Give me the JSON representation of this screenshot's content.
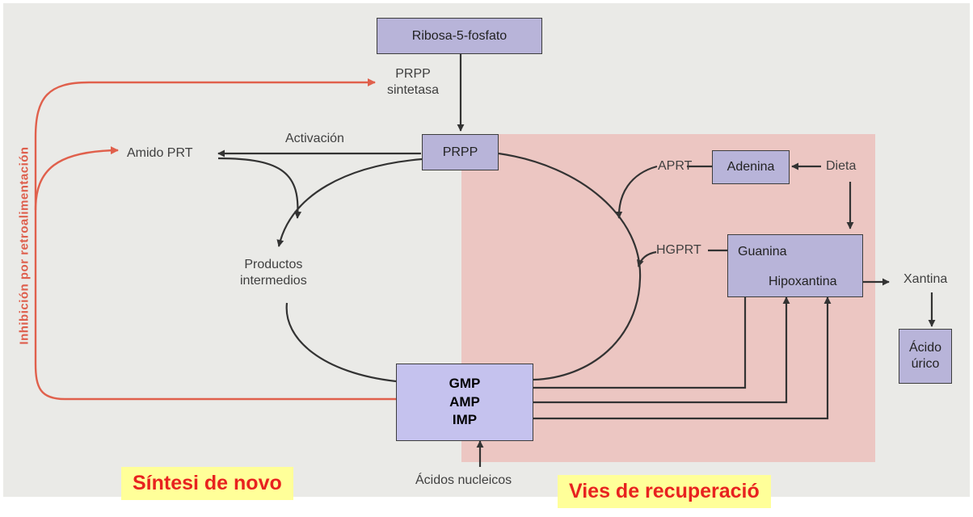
{
  "nodes": {
    "ribosa": "Ribosa-5-fosfato",
    "prpp": "PRPP",
    "adenina": "Adenina",
    "guanina": "Guanina",
    "hipoxantina": "Hipoxantina",
    "acido_urico": "Ácido\núrico",
    "nucleotides": [
      "GMP",
      "AMP",
      "IMP"
    ]
  },
  "labels": {
    "prpp_sintetasa": "PRPP\nsintetasa",
    "amido_prt": "Amido PRT",
    "activacion": "Activación",
    "productos": "Productos\nintermedios",
    "aprt": "APRT",
    "hgprt": "HGPRT",
    "dieta": "Dieta",
    "xantina": "Xantina",
    "acidos_nucleicos": "Ácidos nucleicos",
    "inhibicion": "Inhibición por retroalimentación"
  },
  "captions": {
    "de_novo": "Síntesi de novo",
    "recuperacio": "Vies de recuperació"
  },
  "colors": {
    "feedback": "#e0604c",
    "salvage_region": "#ecc6c2",
    "node_fill": "#b8b4d9",
    "caption_bg": "#ffff99",
    "caption_text": "#e8221f"
  }
}
